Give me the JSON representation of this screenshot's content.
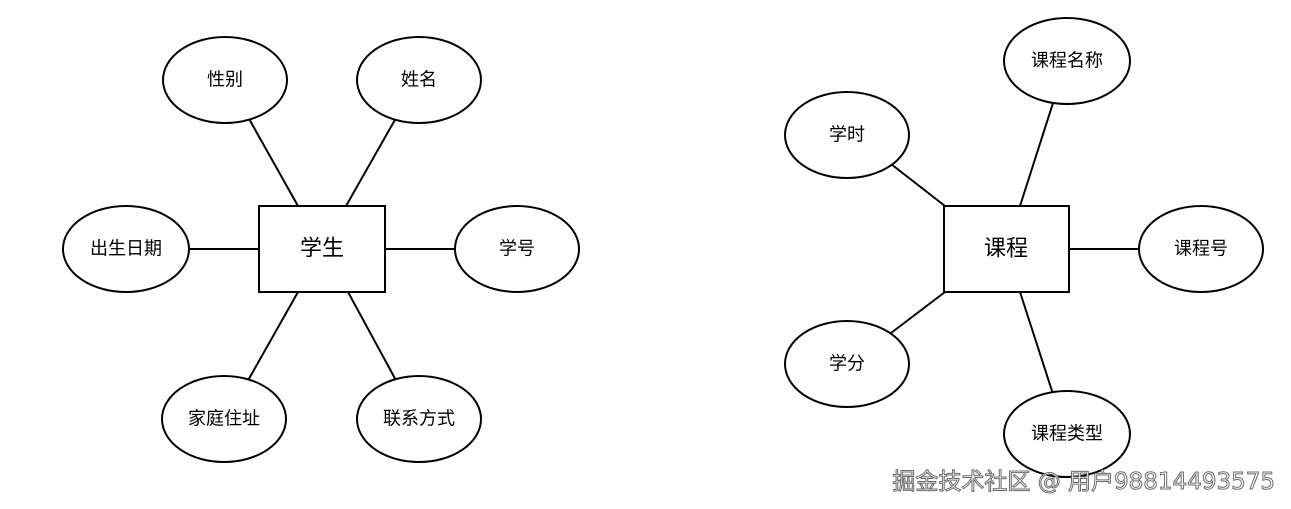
{
  "student": {
    "entity": "学生",
    "attributes": {
      "gender": "性别",
      "name": "姓名",
      "birth_date": "出生日期",
      "student_id": "学号",
      "home_address": "家庭住址",
      "contact": "联系方式"
    }
  },
  "course": {
    "entity": "课程",
    "attributes": {
      "course_name": "课程名称",
      "hours": "学时",
      "course_id": "课程号",
      "credits": "学分",
      "course_type": "课程类型"
    }
  },
  "watermark": {
    "text": "掘金技术社区 @ 用户98814493575"
  }
}
